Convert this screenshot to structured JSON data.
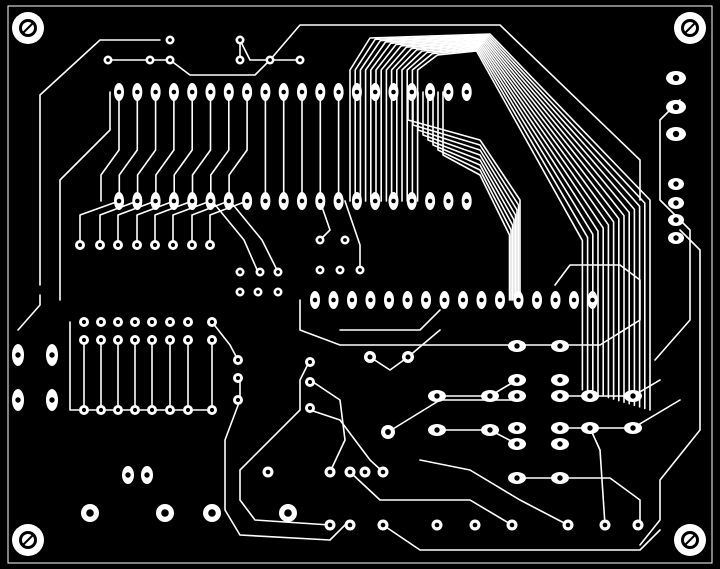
{
  "board": {
    "background": "#000000",
    "copper": "#ffffff",
    "drill": "#000000",
    "layer": "bottom-copper"
  },
  "components": {
    "ic_top_rows": {
      "pins_per_row": 20
    },
    "ic_middle": {
      "pins_per_row": 20
    },
    "ic_lower": {
      "pins_per_row": 16
    },
    "dip_block": {
      "rows": 2,
      "pins_per_row": 8
    },
    "connector_right": {
      "pins": 6
    }
  },
  "mounting_holes": {
    "count": 4,
    "icon": "crosshair-screw-icon"
  }
}
